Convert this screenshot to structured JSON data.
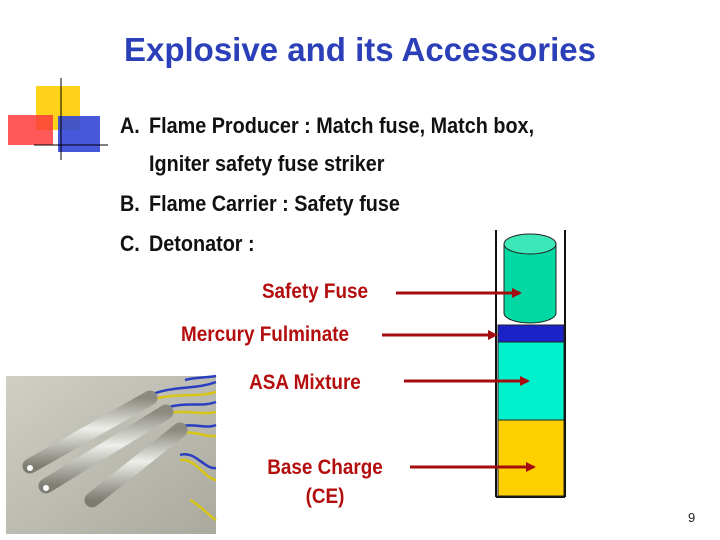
{
  "slide": {
    "title": "Explosive and its Accessories",
    "items": [
      {
        "marker": "A.",
        "lines": [
          "Flame Producer : Match fuse, Match box,",
          "Igniter safety fuse striker"
        ]
      },
      {
        "marker": "B.",
        "lines": [
          "Flame Carrier : Safety fuse"
        ]
      },
      {
        "marker": "C.",
        "lines": [
          "Detonator :"
        ]
      }
    ],
    "page_number": "9"
  },
  "diagram": {
    "labels": {
      "safety_fuse": "Safety Fuse",
      "mercury_fulminate": "Mercury  Fulminate",
      "asa_mixture": "ASA Mixture",
      "base_charge": "Base Charge",
      "base_charge_sub": "(CE)"
    },
    "colors": {
      "arrow": "#a40d10",
      "label": "#b40d0d",
      "fuse": "#00d9a3",
      "mercury": "#1a22c8",
      "asa": "#00f2cc",
      "base": "#ffd000",
      "title": "#2b3fb8"
    }
  }
}
